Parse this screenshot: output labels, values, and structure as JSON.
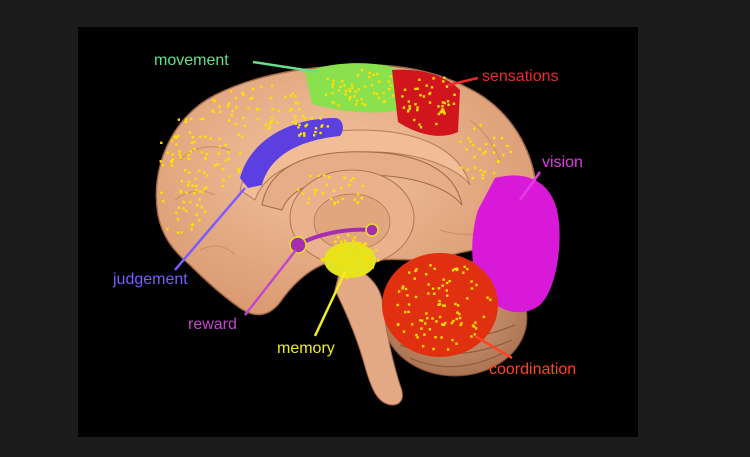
{
  "labels": {
    "movement": "movement",
    "sensations": "sensations",
    "vision": "vision",
    "judgement": "judgement",
    "reward": "reward",
    "memory": "memory",
    "coordination": "coordination"
  },
  "colors": {
    "page_background": "#1c1c1c",
    "panel_background": "#000000",
    "brain_tissue": "#e8b08a",
    "brain_tissue_shadow": "#c98e6a",
    "movement": "#8be04e",
    "movement_label": "#66e08a",
    "sensations": "#d0161c",
    "sensations_label": "#ee2a2a",
    "vision": "#d81ad8",
    "vision_label": "#e23ce2",
    "judgement": "#5b3fe0",
    "judgement_label": "#7a5cff",
    "reward": "#a32fb0",
    "reward_label": "#c247cf",
    "memory": "#e3e31f",
    "memory_label": "#f0f020",
    "coordination": "#e0300f",
    "coordination_label": "#ff4422",
    "activity_dots": "#ffe000"
  }
}
